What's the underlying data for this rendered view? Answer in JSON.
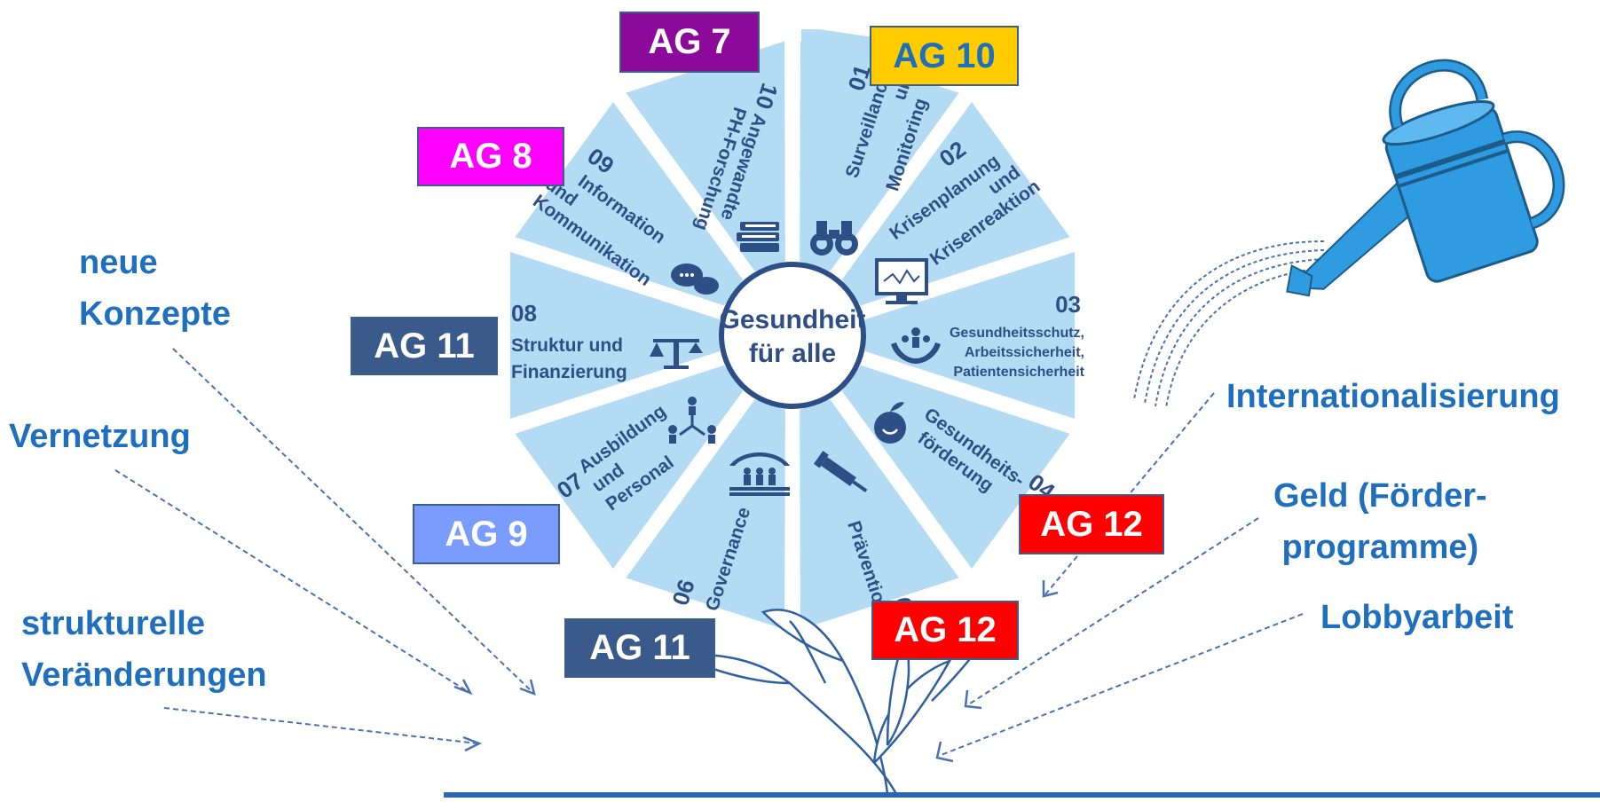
{
  "center": {
    "line1": "Gesundheit",
    "line2": "für alle"
  },
  "segments": {
    "s01": {
      "num": "01",
      "line1": "Surveillance",
      "line2": "und",
      "line3": "Monitoring",
      "icon": "binoculars-icon"
    },
    "s02": {
      "num": "02",
      "line1": "Krisenplanung",
      "line2": "und",
      "line3": "Krisenreaktion",
      "icon": "monitor-chart-icon"
    },
    "s03": {
      "num": "03",
      "line1": "Gesundheitsschutz,",
      "line2": "Arbeitssicherheit,",
      "line3": "Patientensicherheit",
      "icon": "hands-people-icon"
    },
    "s04": {
      "num": "04",
      "line1": "Gesundheits-",
      "line2": "förderung",
      "icon": "apple-icon"
    },
    "s05": {
      "num": "05",
      "line1": "Prävention",
      "icon": "syringe-icon"
    },
    "s06": {
      "num": "06",
      "line1": "Governance",
      "icon": "institution-icon"
    },
    "s07": {
      "num": "07",
      "line1": "Ausbildung",
      "line2": "und",
      "line3": "Personal",
      "icon": "network-people-icon"
    },
    "s08": {
      "num": "08",
      "line1": "Struktur und",
      "line2": "Finanzierung",
      "icon": "scales-icon"
    },
    "s09": {
      "num": "09",
      "line1": "Information",
      "line2": "und",
      "line3": "Kommunikation",
      "icon": "speech-bubbles-icon"
    },
    "s10": {
      "num": "10",
      "line1": "Angewandte",
      "line2": "PH-Forschung",
      "icon": "books-icon"
    }
  },
  "ag_labels": {
    "ag7": {
      "text": "AG 7",
      "bg": "#8b0a9a",
      "fg": "#ffffff"
    },
    "ag10": {
      "text": "AG 10",
      "bg": "#ffcc00",
      "fg": "#1f6fbf"
    },
    "ag8": {
      "text": "AG 8",
      "bg": "#ff00ff",
      "fg": "#ffffff"
    },
    "ag11a": {
      "text": "AG 11",
      "bg": "#3a5a8c",
      "fg": "#ffffff"
    },
    "ag12a": {
      "text": "AG 12",
      "bg": "#ff0000",
      "fg": "#ffffff"
    },
    "ag9": {
      "text": "AG 9",
      "bg": "#7b9cff",
      "fg": "#ffffff"
    },
    "ag12b": {
      "text": "AG 12",
      "bg": "#ff0000",
      "fg": "#ffffff"
    },
    "ag11b": {
      "text": "AG 11",
      "bg": "#3a5a8c",
      "fg": "#ffffff"
    }
  },
  "left_labels": {
    "neue": "neue",
    "konzepte": "Konzepte",
    "vernetzung": "Vernetzung",
    "strukturelle": "strukturelle",
    "veraenderungen": "Veränderungen"
  },
  "right_labels": {
    "internationalisierung": "Internationalisierung",
    "geld1": "Geld (Förder-",
    "geld2": "programme)",
    "lobbyarbeit": "Lobbyarbeit"
  },
  "colors": {
    "petal": "#b3dbf4",
    "text_blue": "#1f6fbf",
    "segment_text": "#2e4f86",
    "arrow": "#4a72b0",
    "watering_can": "#2f9be0"
  }
}
